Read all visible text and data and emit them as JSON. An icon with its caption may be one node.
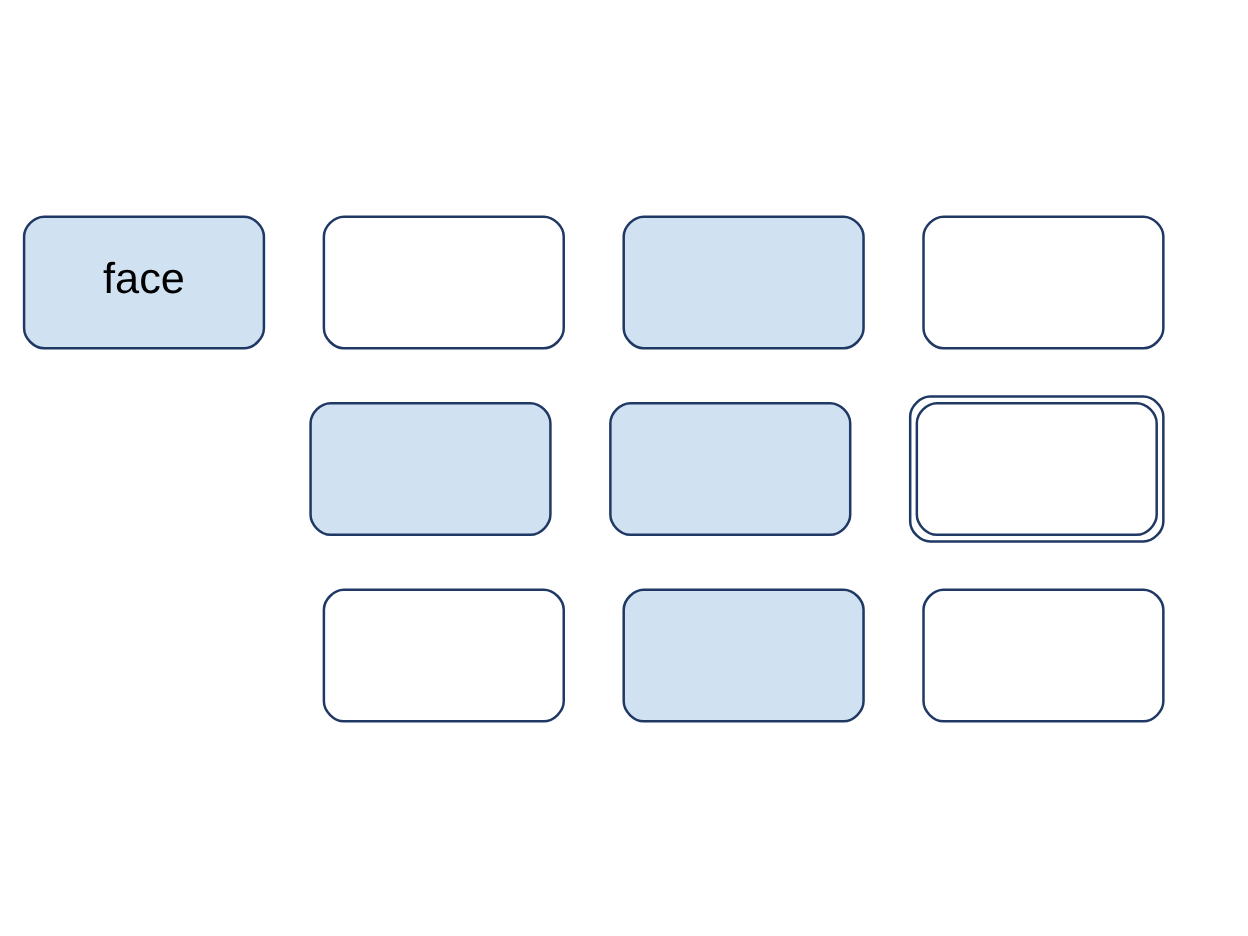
{
  "diagram": {
    "nodes": [
      {
        "text": [
          "face"
        ]
      },
      {
        "text": [],
        "shape": "box"
      },
      {
        "text": [],
        "shape": "box"
      },
      {
        "text": [],
        "shape": "box"
      },
      {
        "text": [],
        "shape": "box"
      },
      {
        "text": [],
        "shape": "box"
      },
      {
        "text": [],
        "shape": "picture"
      },
      {
        "text": [],
        "shape": "box"
      },
      {
        "text": [],
        "shape": "box"
      },
      {
        "text": [],
        "shape": "box"
      }
    ],
    "edges": []
  }
}
